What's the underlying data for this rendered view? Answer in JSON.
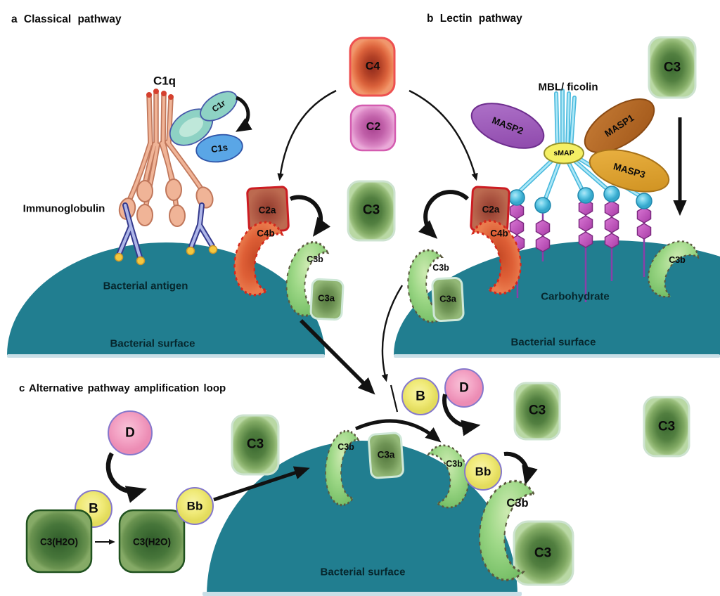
{
  "panels": {
    "a": {
      "title": "a Classical pathway",
      "labels": {
        "c1q": "C1q",
        "c1r": "C1r",
        "c1s": "C1s",
        "immunoglobulin": "Immunoglobulin",
        "bacterial_antigen": "Bacterial antigen",
        "bacterial_surface": "Bacterial surface"
      }
    },
    "b": {
      "title": "b Lectin pathway",
      "labels": {
        "mbl_ficolin": "MBL/ ficolin",
        "masp1": "MASP1",
        "masp2": "MASP2",
        "masp3": "MASP3",
        "smap": "sMAP",
        "carbohydrate": "Carbohydrate",
        "bacterial_surface": "Bacterial surface"
      }
    },
    "c": {
      "title": "c Alternative pathway amplification loop",
      "labels": {
        "c3h2o": "C3(H2O)",
        "bacterial_surface": "Bacterial surface"
      }
    }
  },
  "molecules": {
    "c4": "C4",
    "c2": "C2",
    "c3": "C3",
    "c2a": "C2a",
    "c4b": "C4b",
    "c3b": "C3b",
    "c3a": "C3a",
    "factor_b": "B",
    "factor_bb": "Bb",
    "factor_d": "D"
  },
  "colors": {
    "bacterial_surface_teal": "#217e90",
    "c3_green": "#4a7a3a",
    "c3b_light_green": "#8fd487",
    "c3a_olive": "#6f9455",
    "c4_orange_red": "#d9603a",
    "c2_magenta": "#c05fa8",
    "c2a_brick_red": "#aa5340",
    "c2a_border_red": "#cc1c22",
    "c4b_orange": "#de5f36",
    "factor_b_yellow": "#f0ea78",
    "factor_d_pink": "#f3a2c4",
    "circle_border_violet": "#8578cc",
    "masp1_brown": "#a85c18",
    "masp2_purple": "#9049ae",
    "masp3_gold": "#d1921f",
    "smap_yellow": "#f4ef64",
    "mbl_cyan": "#7fd9f0",
    "carbohydrate_magenta": "#c24fc0",
    "c1q_salmon": "#f0b497",
    "c1r_teal": "#8ed2c4",
    "c1s_blue": "#5aa6e6",
    "immunoglobulin_periwinkle": "#aeb6e8",
    "antigen_yellow": "#f4c840",
    "arrow_black": "#121212"
  }
}
